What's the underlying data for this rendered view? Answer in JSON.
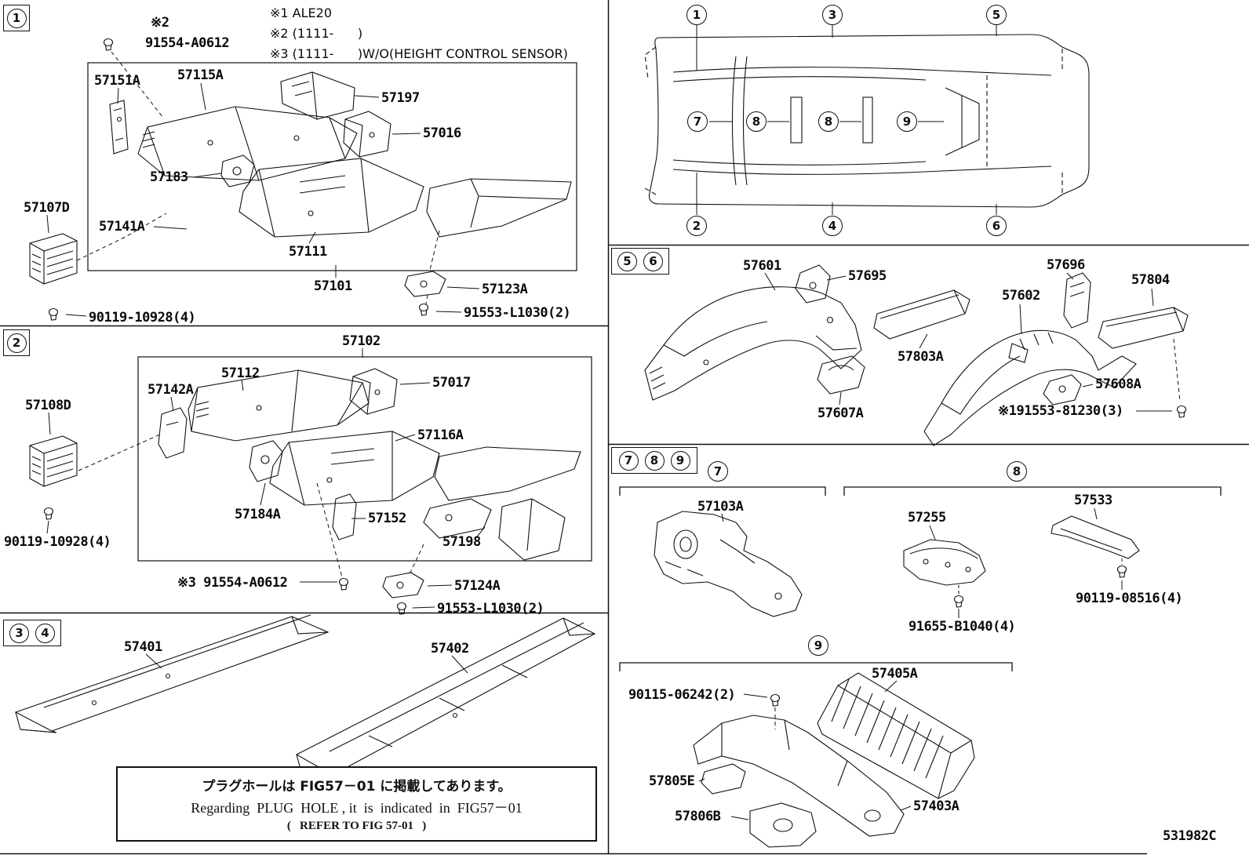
{
  "meta": {
    "doc_code": "531982C"
  },
  "header_notes": {
    "n1": "※1 ALE20",
    "n2": "※2 (1111-      )",
    "n3": "※3 (1111-      )W/O(HEIGHT CONTROL SENSOR)"
  },
  "badges": {
    "s1": "1",
    "s2": "2",
    "s3": "3",
    "s4": "4",
    "s5": "5",
    "s6": "6",
    "s7": "7",
    "s8": "8",
    "s9": "9"
  },
  "car_callouts": [
    "1",
    "3",
    "5",
    "7",
    "8",
    "8",
    "9",
    "2",
    "4",
    "6"
  ],
  "s1": {
    "ref2": "※2",
    "p91554": "91554-A0612",
    "p57151A": "57151A",
    "p57115A": "57115A",
    "p57197": "57197",
    "p57016": "57016",
    "p57183": "57183",
    "p57107D": "57107D",
    "p57141A": "57141A",
    "p57111": "57111",
    "p57101": "57101",
    "p57123A": "57123A",
    "p90119": "90119-10928(4)",
    "p91553": "91553-L1030(2)"
  },
  "s2": {
    "p57102": "57102",
    "p57112": "57112",
    "p57142A": "57142A",
    "p57108D": "57108D",
    "p57017": "57017",
    "p57116A": "57116A",
    "p57184A": "57184A",
    "p57152": "57152",
    "p57198": "57198",
    "p90119": "90119-10928(4)",
    "p91554": "※3 91554-A0612",
    "p57124A": "57124A",
    "p91553": "91553-L1030(2)"
  },
  "s34": {
    "p57401": "57401",
    "p57402": "57402",
    "note_jp": "プラグホールは FIG57－01 に掲載してあります。",
    "note_en": "Regarding  PLUG  HOLE , it  is  indicated  in  FIG57－01",
    "note_ref": "(   REFER TO FIG 57-01   )"
  },
  "s56": {
    "p57601": "57601",
    "p57695": "57695",
    "p57696": "57696",
    "p57804": "57804",
    "p57602": "57602",
    "p57803A": "57803A",
    "p57607A": "57607A",
    "p57608A": "57608A",
    "p91553": "※191553-81230(3)"
  },
  "s789": {
    "p57103A": "57103A",
    "p57255": "57255",
    "p57533": "57533",
    "p91655": "91655-B1040(4)",
    "p90119": "90119-08516(4)",
    "p57405A": "57405A",
    "p90115": "90115-06242(2)",
    "p57805E": "57805E",
    "p57806B": "57806B",
    "p57403A": "57403A"
  }
}
